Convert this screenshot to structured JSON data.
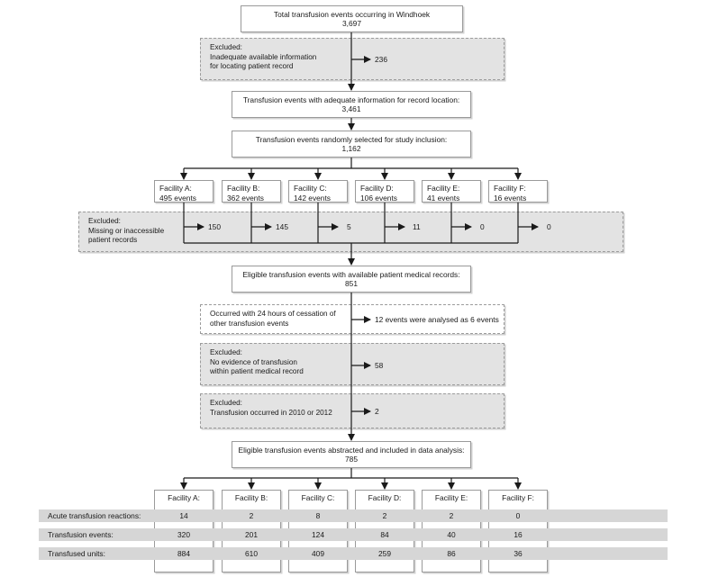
{
  "boxes": {
    "total": {
      "title": "Total transfusion events occurring in Windhoek",
      "count": "3,697"
    },
    "adequate": {
      "title": "Transfusion events with adequate information for record location:",
      "count": "3,461"
    },
    "selected": {
      "title": "Transfusion events randomly selected for study inclusion:",
      "count": "1,162"
    },
    "eligible": {
      "title": "Eligible transfusion events with available patient medical records:",
      "count": "851"
    },
    "abstracted": {
      "title": "Eligible transfusion events abstracted and included in data analysis:",
      "count": "785"
    }
  },
  "exclusions": {
    "e1": {
      "lines": [
        "Excluded:",
        "Inadequate available information",
        "for locating patient record"
      ],
      "count": "236"
    },
    "e2": {
      "lines": [
        "Excluded:",
        "Missing or inaccessible",
        "patient records"
      ],
      "counts": [
        "150",
        "145",
        "5",
        "11",
        "0",
        "0"
      ]
    },
    "e3": {
      "lines": [
        "Occurred with 24 hours of cessation of",
        "other transfusion events"
      ],
      "count": "12 events were analysed as 6 events"
    },
    "e4": {
      "lines": [
        "Excluded:",
        "No evidence of transfusion",
        "within patient medical record"
      ],
      "count": "58"
    },
    "e5": {
      "lines": [
        "Excluded:",
        "Transfusion occurred in 2010 or 2012"
      ],
      "count": "2"
    }
  },
  "facilities": [
    {
      "name": "Facility A:",
      "events": "495 events"
    },
    {
      "name": "Facility B:",
      "events": "362 events"
    },
    {
      "name": "Facility C:",
      "events": "142 events"
    },
    {
      "name": "Facility D:",
      "events": "106 events"
    },
    {
      "name": "Facility E:",
      "events": "41 events"
    },
    {
      "name": "Facility F:",
      "events": "16 events"
    }
  ],
  "table": {
    "columns": [
      "Facility A:",
      "Facility B:",
      "Facility C:",
      "Facility D:",
      "Facility E:",
      "Facility F:"
    ],
    "rows": [
      {
        "label": "Acute transfusion reactions:",
        "values": [
          "14",
          "2",
          "8",
          "2",
          "2",
          "0"
        ]
      },
      {
        "label": "Transfusion events:",
        "values": [
          "320",
          "201",
          "124",
          "84",
          "40",
          "16"
        ]
      },
      {
        "label": "Transfused units:",
        "values": [
          "884",
          "610",
          "409",
          "259",
          "86",
          "36"
        ]
      }
    ]
  }
}
